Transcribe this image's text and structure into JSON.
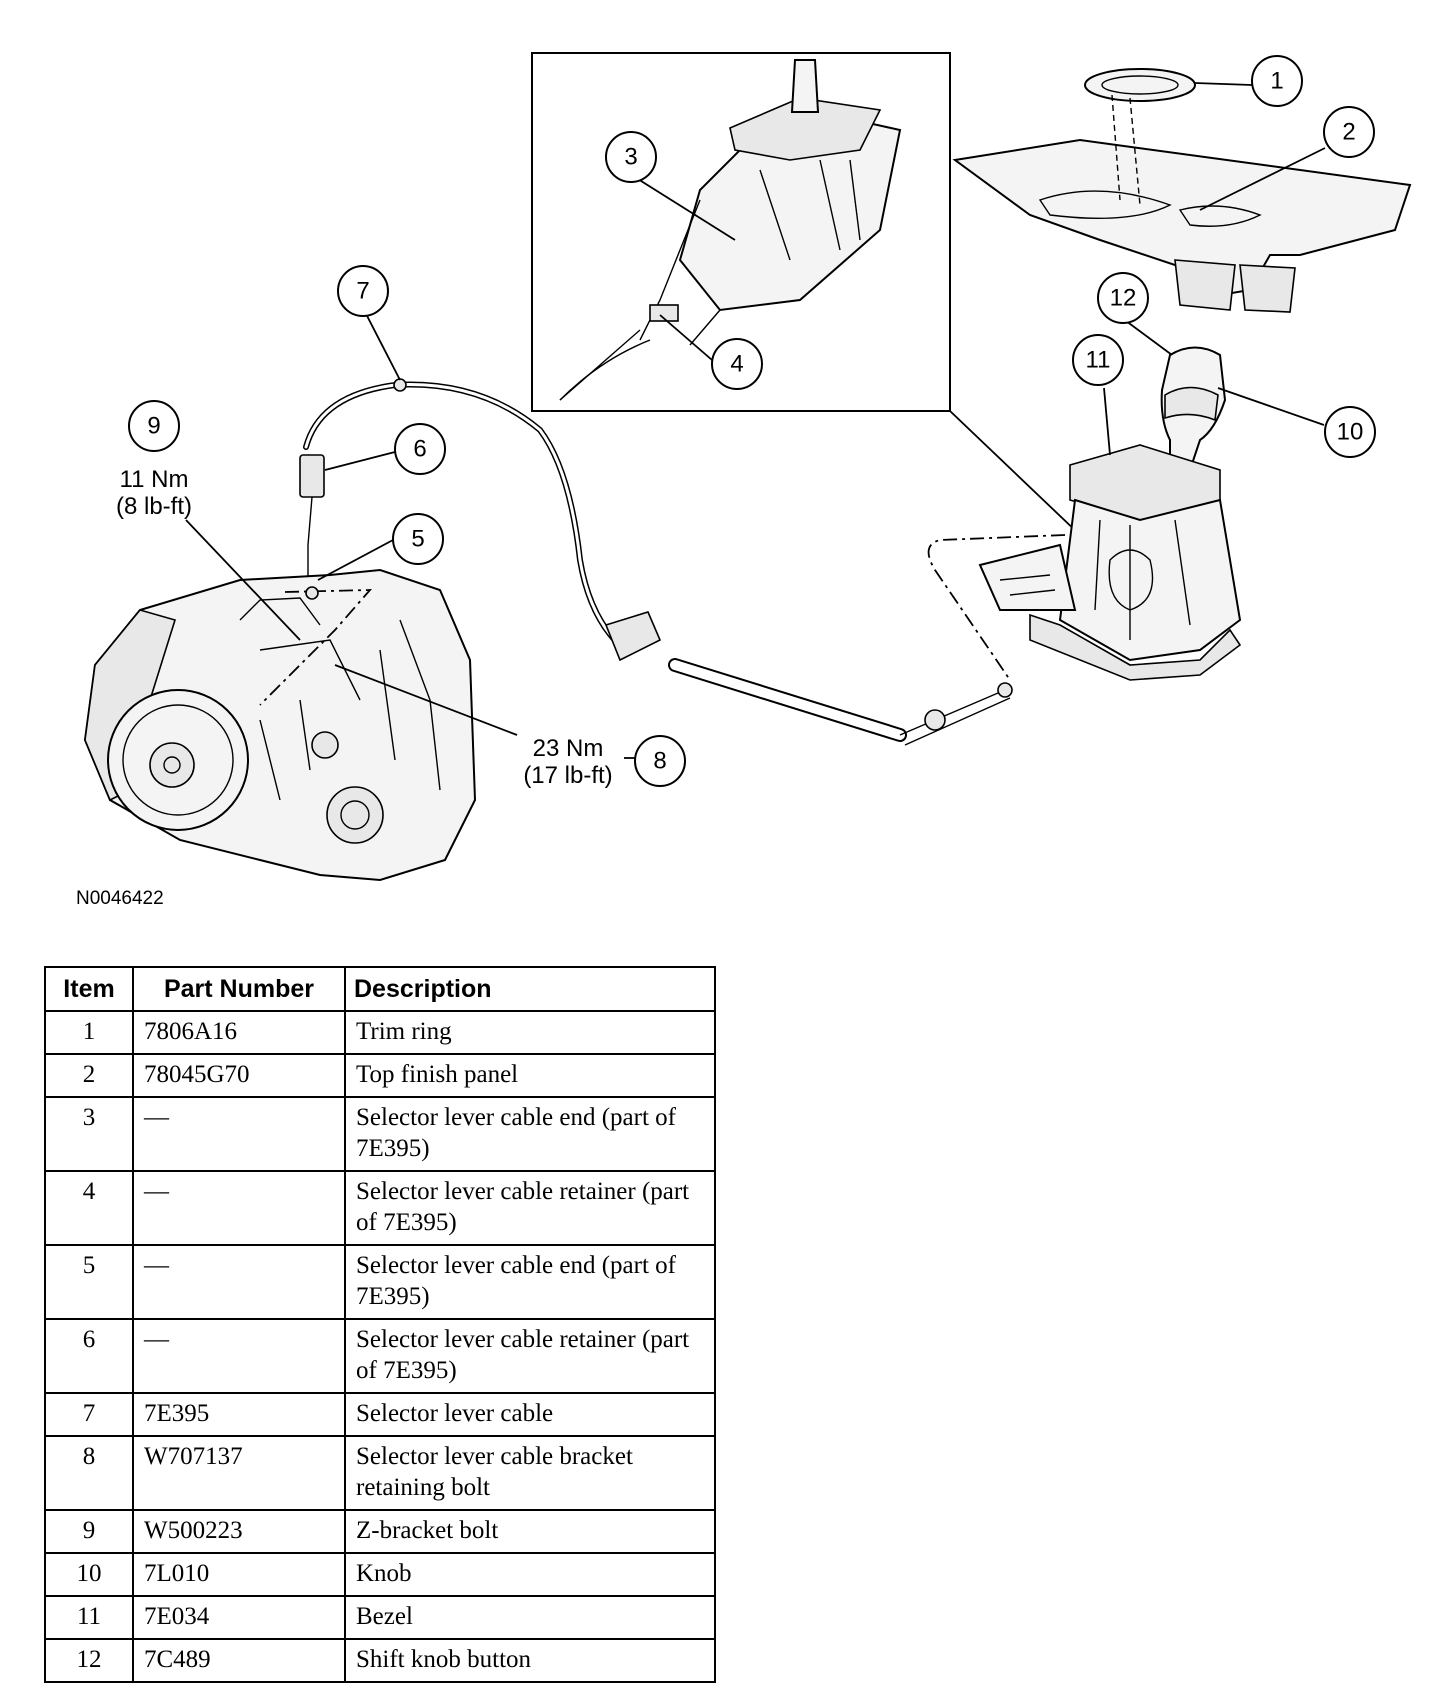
{
  "figure": {
    "code": "N0046422",
    "callouts": [
      "1",
      "2",
      "3",
      "4",
      "5",
      "6",
      "7",
      "8",
      "9",
      "10",
      "11",
      "12"
    ],
    "torque_9": {
      "nm": "11 Nm",
      "lbft": "(8 lb-ft)"
    },
    "torque_8": {
      "nm": "23 Nm",
      "lbft": "(17 lb-ft)"
    }
  },
  "table": {
    "headers": {
      "item": "Item",
      "part": "Part Number",
      "desc": "Description"
    },
    "rows": [
      {
        "item": "1",
        "part": "7806A16",
        "desc": "Trim ring"
      },
      {
        "item": "2",
        "part": "78045G70",
        "desc": "Top finish panel"
      },
      {
        "item": "3",
        "part": "—",
        "desc": "Selector lever cable end (part of 7E395)"
      },
      {
        "item": "4",
        "part": "—",
        "desc": "Selector lever cable retainer (part of 7E395)"
      },
      {
        "item": "5",
        "part": "—",
        "desc": "Selector lever cable end (part of 7E395)"
      },
      {
        "item": "6",
        "part": "—",
        "desc": "Selector lever cable retainer (part of 7E395)"
      },
      {
        "item": "7",
        "part": "7E395",
        "desc": "Selector lever cable"
      },
      {
        "item": "8",
        "part": "W707137",
        "desc": "Selector lever cable bracket retaining bolt"
      },
      {
        "item": "9",
        "part": "W500223",
        "desc": "Z-bracket bolt"
      },
      {
        "item": "10",
        "part": "7L010",
        "desc": "Knob"
      },
      {
        "item": "11",
        "part": "7E034",
        "desc": "Bezel"
      },
      {
        "item": "12",
        "part": "7C489",
        "desc": "Shift knob button"
      }
    ]
  }
}
